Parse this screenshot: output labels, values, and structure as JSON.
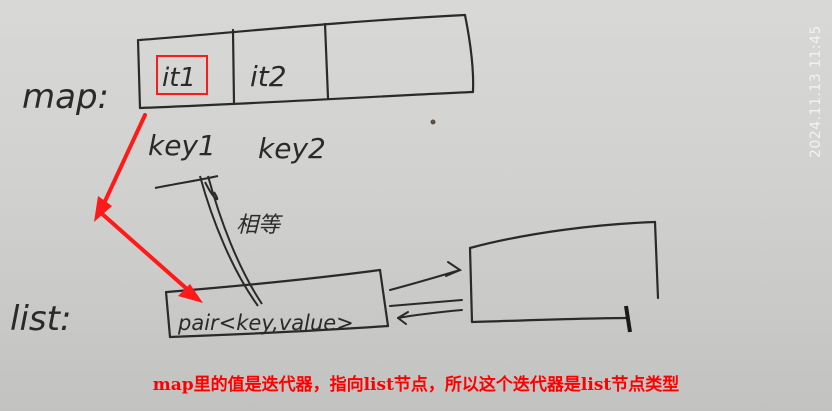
{
  "sketch": {
    "map_label": "map:",
    "list_label": "list:",
    "cell_1": "it1",
    "cell_2": "it2",
    "key_1": "key1",
    "key_2": "key2",
    "equal_note": "相等",
    "node_text": "pair<key,value>"
  },
  "timestamp": "2024.11.13  11:45",
  "caption": "map里的值是迭代器，指向list节点，所以这个迭代器是list节点类型",
  "colors": {
    "annotation": "#ff0000",
    "ink": "#2a2a2a"
  }
}
